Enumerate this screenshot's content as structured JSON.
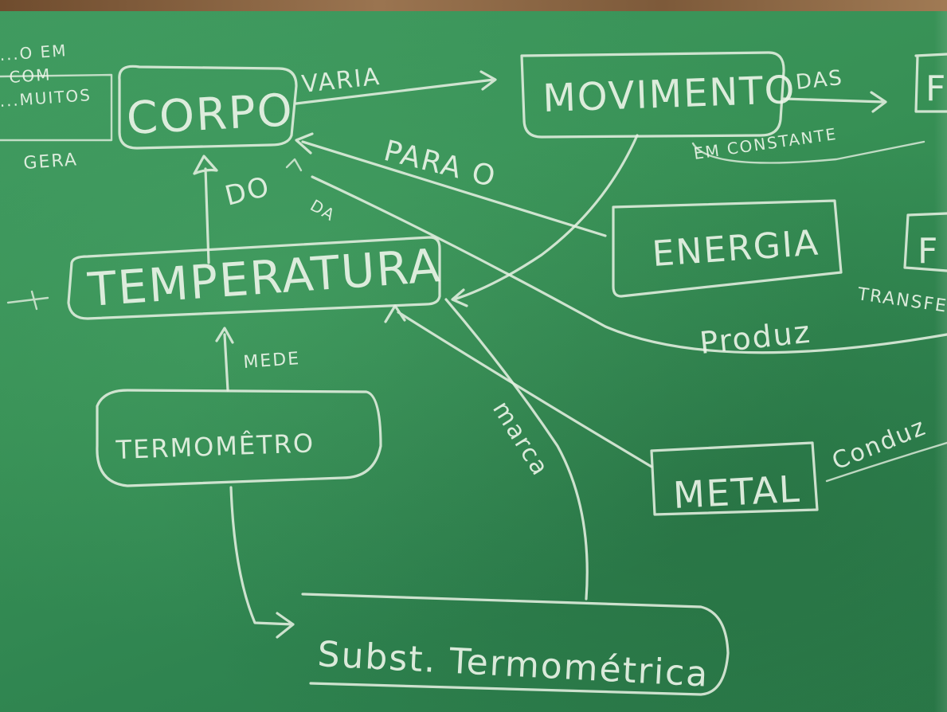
{
  "concept_map": {
    "nodes": {
      "corpo": "CORPO",
      "movimento": "MOVIMENTO",
      "temperatura": "TEMPERATURA",
      "energia": "ENERGIA",
      "termometro": "TERMOMÊTRO",
      "metal": "METAL",
      "subst": "Subst. Termométrica",
      "edge_node_f": "F",
      "edge_node_f2": "F"
    },
    "links": {
      "varia": "VARIA",
      "das": "DAS",
      "em_constante": "EM CONSTANTE",
      "para_o": "PARA O",
      "do": "DO",
      "da": "DA",
      "gera": "GERA",
      "mede": "MEDE",
      "marca": "marca",
      "produz": "Produz",
      "conduz": "Conduz",
      "transfere": "TRANSFE",
      "left_fragment_1": "...O EM",
      "left_fragment_2": "COM",
      "left_fragment_3": "...MUITOS"
    },
    "colors": {
      "board": "#378f56",
      "chalk": "#e4efe0",
      "frame_wood": "#8a6a48"
    }
  }
}
